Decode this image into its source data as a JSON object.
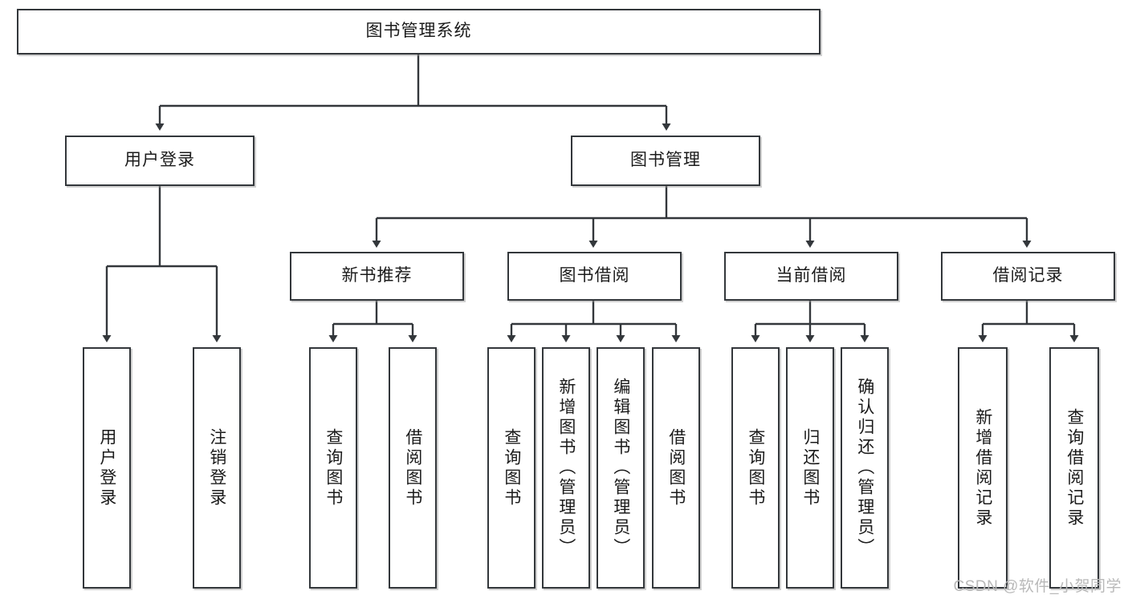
{
  "diagram": {
    "title": "图书管理系统",
    "watermark": "CSDN @软件_小贺同学",
    "accent_line": "#33373b",
    "box_border": "#33373b",
    "background": "#ffffff"
  },
  "nodes": {
    "root": {
      "label": "图书管理系统"
    },
    "level2": [
      {
        "label": "用户登录"
      },
      {
        "label": "图书管理"
      }
    ],
    "level3": [
      {
        "label": "新书推荐"
      },
      {
        "label": "图书借阅"
      },
      {
        "label": "当前借阅"
      },
      {
        "label": "借阅记录"
      }
    ],
    "leaves": {
      "user_login": [
        {
          "label": "用户登录"
        },
        {
          "label": "注销登录"
        }
      ],
      "new_book": [
        {
          "label": "查询图书"
        },
        {
          "label": "借阅图书"
        }
      ],
      "book_borrow": [
        {
          "label": "查询图书"
        },
        {
          "label": "新增图书（管理员）"
        },
        {
          "label": "编辑图书（管理员）"
        },
        {
          "label": "借阅图书"
        }
      ],
      "current_borrow": [
        {
          "label": "查询图书"
        },
        {
          "label": "归还图书"
        },
        {
          "label": "确认归还（管理员）"
        }
      ],
      "borrow_record": [
        {
          "label": "新增借阅记录"
        },
        {
          "label": "查询借阅记录"
        }
      ]
    }
  }
}
